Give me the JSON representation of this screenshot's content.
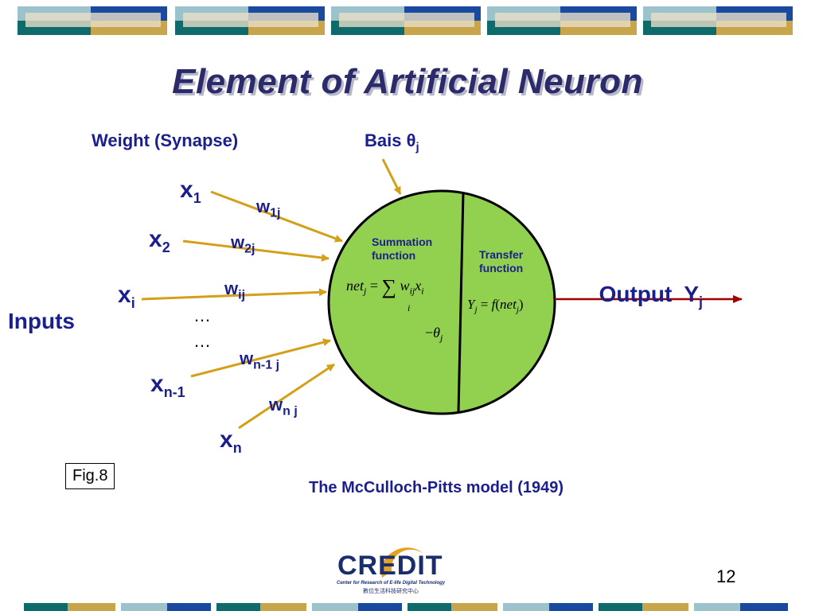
{
  "title": "Element of Artificial Neuron",
  "weight_label": "Weight (Synapse)",
  "bias_label": "Bais θ",
  "bias_sub": "j",
  "inputs_label": "Inputs",
  "inputs": [
    {
      "base": "x",
      "sub": "1"
    },
    {
      "base": "x",
      "sub": "2"
    },
    {
      "base": "x",
      "sub": "i"
    },
    {
      "base": "x",
      "sub": "n-1"
    },
    {
      "base": "x",
      "sub": "n"
    }
  ],
  "weights": [
    {
      "base": "w",
      "sub": "1j"
    },
    {
      "base": "w",
      "sub": "2j"
    },
    {
      "base": "w",
      "sub": "ij"
    },
    {
      "base": "w",
      "sub": "n-1 j"
    },
    {
      "base": "w",
      "sub": "n j"
    }
  ],
  "ellipsis": [
    "…",
    "…"
  ],
  "summation_title_1": "Summation",
  "summation_title_2": "function",
  "transfer_title_1": "Transfer",
  "transfer_title_2": "function",
  "output_label": "Output  Y",
  "output_sub": "j",
  "fig_label": "Fig.8",
  "caption": "The McCulloch-Pitts model (1949)",
  "logo_text": "CREDIT",
  "logo_sub": "Center for Research of E-life Digital Technology",
  "logo_zh": "數位生活科技研究中心",
  "page_number": "12",
  "colors": {
    "neuron_fill": "#92d050",
    "arrow": "#d4a017",
    "output_arrow": "#a00000",
    "label": "#1a1f8c"
  }
}
